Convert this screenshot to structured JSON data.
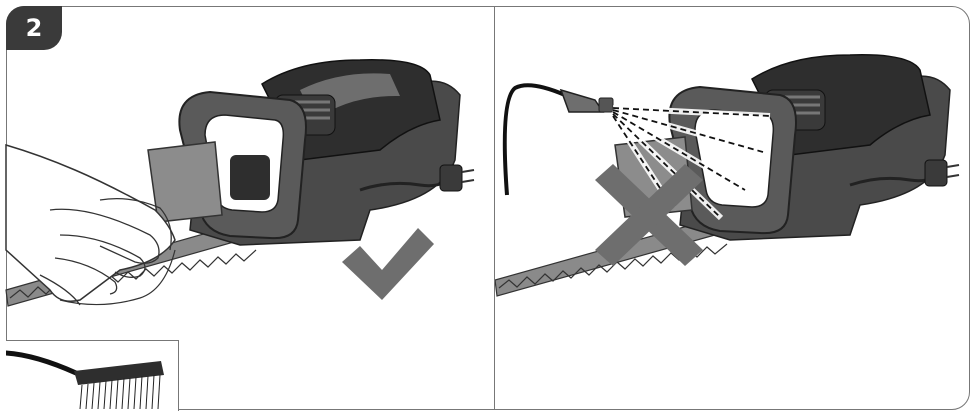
{
  "step": {
    "number": "2"
  },
  "panels": [
    {
      "id": "correct",
      "icon": "checkmark-icon"
    },
    {
      "id": "incorrect",
      "icon": "cross-icon"
    }
  ],
  "colors": {
    "badge": "#3a3a3a",
    "mark": "#6e6e6e",
    "tool_body": "#2e2e2e",
    "border": "#777777"
  }
}
